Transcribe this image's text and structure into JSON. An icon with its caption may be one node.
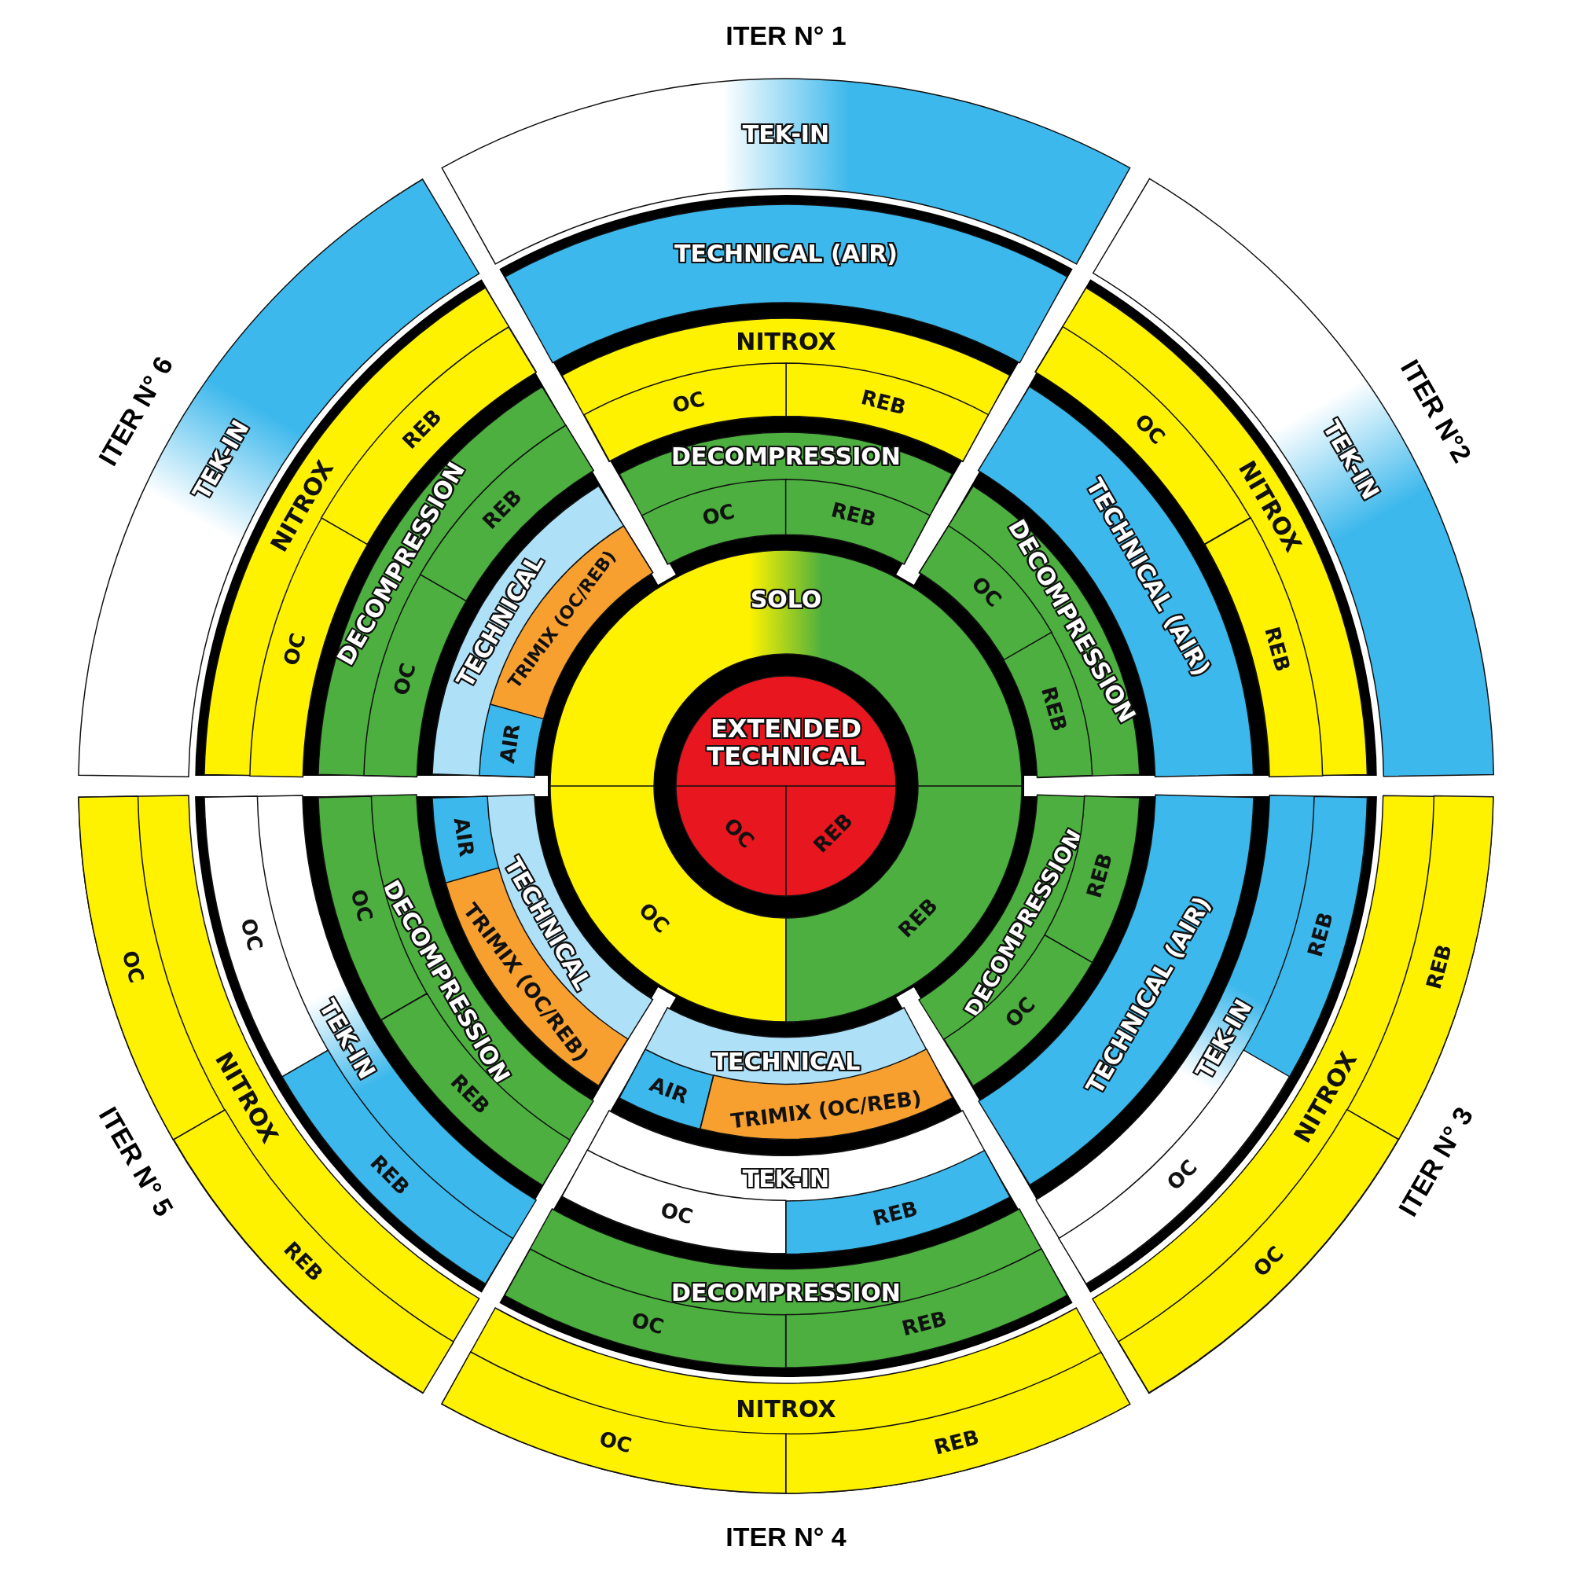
{
  "diagram": {
    "nodes": [
      {
        "text": [
          "SOLO"
        ]
      },
      {
        "text": [
          "OC"
        ],
        "in": 0
      },
      {
        "text": [
          "REB"
        ],
        "in": 0
      },
      {
        "text": [
          "EXTENDED TECHNICAL"
        ],
        "in": 0
      },
      {
        "text": [
          "OC"
        ],
        "in": 3
      },
      {
        "text": [
          "REB"
        ],
        "in": 3
      },
      {
        "text": [
          "DECOMPRESSION"
        ]
      },
      {
        "text": [
          "OC"
        ],
        "in": 6
      },
      {
        "text": [
          "REB"
        ],
        "in": 6
      },
      {
        "text": [
          "NITROX"
        ]
      },
      {
        "text": [
          "OC"
        ],
        "in": 9
      },
      {
        "text": [
          "REB"
        ],
        "in": 9
      },
      {
        "text": [
          "TECHNICAL (AIR)"
        ]
      },
      {
        "text": [
          "TEK-IN"
        ]
      },
      {
        "text": [
          "DECOMPRESSION"
        ]
      },
      {
        "text": [
          "OC"
        ],
        "in": 14
      },
      {
        "text": [
          "REB"
        ],
        "in": 14
      },
      {
        "text": [
          "TECHNICAL (AIR)"
        ]
      },
      {
        "text": [
          "NITROX"
        ]
      },
      {
        "text": [
          "OC"
        ],
        "in": 18
      },
      {
        "text": [
          "REB"
        ],
        "in": 18
      },
      {
        "text": [
          "TEK-IN"
        ]
      },
      {
        "text": [
          "DECOMPRESSION"
        ]
      },
      {
        "text": [
          "REB"
        ],
        "in": 22
      },
      {
        "text": [
          "OC"
        ],
        "in": 22
      },
      {
        "text": [
          "TECHNICAL (AIR)"
        ]
      },
      {
        "text": [
          "TEK-IN"
        ]
      },
      {
        "text": [
          "REB"
        ],
        "in": 26
      },
      {
        "text": [
          "OC"
        ],
        "in": 26
      },
      {
        "text": [
          "NITROX"
        ]
      },
      {
        "text": [
          "REB"
        ],
        "in": 29
      },
      {
        "text": [
          "OC"
        ],
        "in": 29
      },
      {
        "text": [
          "TECHNICAL"
        ]
      },
      {
        "text": [
          "AIR"
        ],
        "in": 32
      },
      {
        "text": [
          "TRIMIX (OC/REB)"
        ],
        "in": 32
      },
      {
        "text": [
          "TEK-IN"
        ]
      },
      {
        "text": [
          "OC"
        ],
        "in": 35
      },
      {
        "text": [
          "REB"
        ],
        "in": 35
      },
      {
        "text": [
          "DECOMPRESSION"
        ]
      },
      {
        "text": [
          "OC"
        ],
        "in": 38
      },
      {
        "text": [
          "REB"
        ],
        "in": 38
      },
      {
        "text": [
          "NITROX"
        ]
      },
      {
        "text": [
          "OC"
        ],
        "in": 41
      },
      {
        "text": [
          "REB"
        ],
        "in": 41
      },
      {
        "text": [
          "TECHNICAL"
        ]
      },
      {
        "text": [
          "AIR"
        ],
        "in": 44
      },
      {
        "text": [
          "TRIMIX (OC/REB)"
        ],
        "in": 44
      },
      {
        "text": [
          "DECOMPRESSION"
        ]
      },
      {
        "text": [
          "OC"
        ],
        "in": 47
      },
      {
        "text": [
          "REB"
        ],
        "in": 47
      },
      {
        "text": [
          "TEK-IN"
        ]
      },
      {
        "text": [
          "OC"
        ],
        "in": 50
      },
      {
        "text": [
          "REB"
        ],
        "in": 50
      },
      {
        "text": [
          "NITROX"
        ]
      },
      {
        "text": [
          "OC"
        ],
        "in": 53
      },
      {
        "text": [
          "REB"
        ],
        "in": 53
      },
      {
        "text": [
          "TECHNICAL"
        ]
      },
      {
        "text": [
          "TRIMIX (OC/REB)"
        ],
        "in": 56
      },
      {
        "text": [
          "AIR"
        ],
        "in": 56
      },
      {
        "text": [
          "DECOMPRESSION"
        ]
      },
      {
        "text": [
          "REB"
        ],
        "in": 59
      },
      {
        "text": [
          "OC"
        ],
        "in": 59
      },
      {
        "text": [
          "NITROX"
        ]
      },
      {
        "text": [
          "REB"
        ],
        "in": 62
      },
      {
        "text": [
          "OC"
        ],
        "in": 62
      },
      {
        "text": [
          "TEK-IN"
        ]
      }
    ],
    "labels": [
      "ITER N° 1",
      "ITER N°2",
      "ITER N° 3",
      "ITER N° 4",
      "ITER N° 5",
      "ITER N° 6"
    ]
  }
}
